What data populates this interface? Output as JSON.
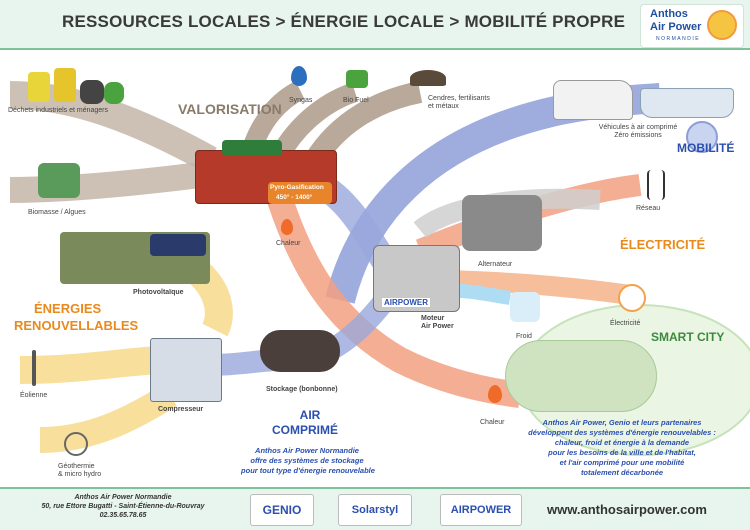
{
  "header": {
    "title": "RESSOURCES LOCALES > ÉNERGIE LOCALE > MOBILITÉ PROPRE",
    "logo_line1": "Anthos",
    "logo_line2": "Air Power",
    "logo_line3": "NORMANDIE"
  },
  "labels": {
    "waste": "Déchets industriels et ménagers",
    "biomass": "Biomasse / Algues",
    "valorisation": "VALORISATION",
    "syngas": "Syngas",
    "biofuel": "Bio Fuel",
    "ash_line1": "Cendres, fertilisants",
    "ash_line2": "et métaux",
    "pyro_line1": "Pyro-Gasification",
    "pyro_line2": "450° - 1400°",
    "vehicles_line1": "Véhicules à air comprimé",
    "vehicles_line2": "Zéro émissions",
    "mobility": "MOBILITÉ",
    "network": "Réseau",
    "electricity_big": "ÉLECTRICITÉ",
    "alternator": "Alternateur",
    "electricity": "Électricité",
    "smart_city": "SMART CITY",
    "heat1": "Chaleur",
    "photovoltaic": "Photovoltaïque",
    "renewables_line1": "ÉNERGIES",
    "renewables_line2": "RENOUVELLABLES",
    "engine_line1": "Moteur",
    "engine_line2": "Air Power",
    "engine_brand": "AIRPOWER",
    "cold": "Froid",
    "wind": "Éolienne",
    "compressor": "Compresseur",
    "storage": "Stockage (bonbonne)",
    "geothermal_line1": "Géothermie",
    "geothermal_line2": "& micro hydro",
    "air_line1": "AIR",
    "air_line2": "COMPRIMÉ",
    "heat2": "Chaleur"
  },
  "descriptions": {
    "storage_desc_line1": "Anthos Air Power Normandie",
    "storage_desc_line2": "offre des systèmes de stockage",
    "storage_desc_line3": "pour tout type d'énergie renouvelable",
    "partner_desc_line1": "Anthos Air Power, Genio et leurs partenaires",
    "partner_desc_line2": "développent des systèmes d'énergie renouvelables :",
    "partner_desc_line3": "chaleur, froid et énergie à la demande",
    "partner_desc_line4": "pour les besoins de la ville et de l'habitat,",
    "partner_desc_line5": "et l'air comprimé pour une mobilité",
    "partner_desc_line6": "totalement décarbonée"
  },
  "footer": {
    "addr_line1": "Anthos Air Power Normandie",
    "addr_line2": "50, rue Ettore Bugatti - Saint-Étienne-du-Rouvray",
    "addr_line3": "02.35.65.78.65",
    "partner1": "GENIO",
    "partner2": "Solarstyl",
    "partner3": "AIRPOWER",
    "website": "www.anthosairpower.com"
  },
  "colors": {
    "brown_flow": "#b9a99a",
    "blue_flow": "#8b9ad6",
    "orange_flow": "#f19a79",
    "yellow_flow": "#f7d98a",
    "grey_flow": "#c9c9c9",
    "light_blue_flow": "#aedcf3",
    "green_flow": "#b6e0a2",
    "title_blue": "#2a4fae",
    "title_orange": "#e88a1c",
    "title_green": "#3c8a3c"
  }
}
